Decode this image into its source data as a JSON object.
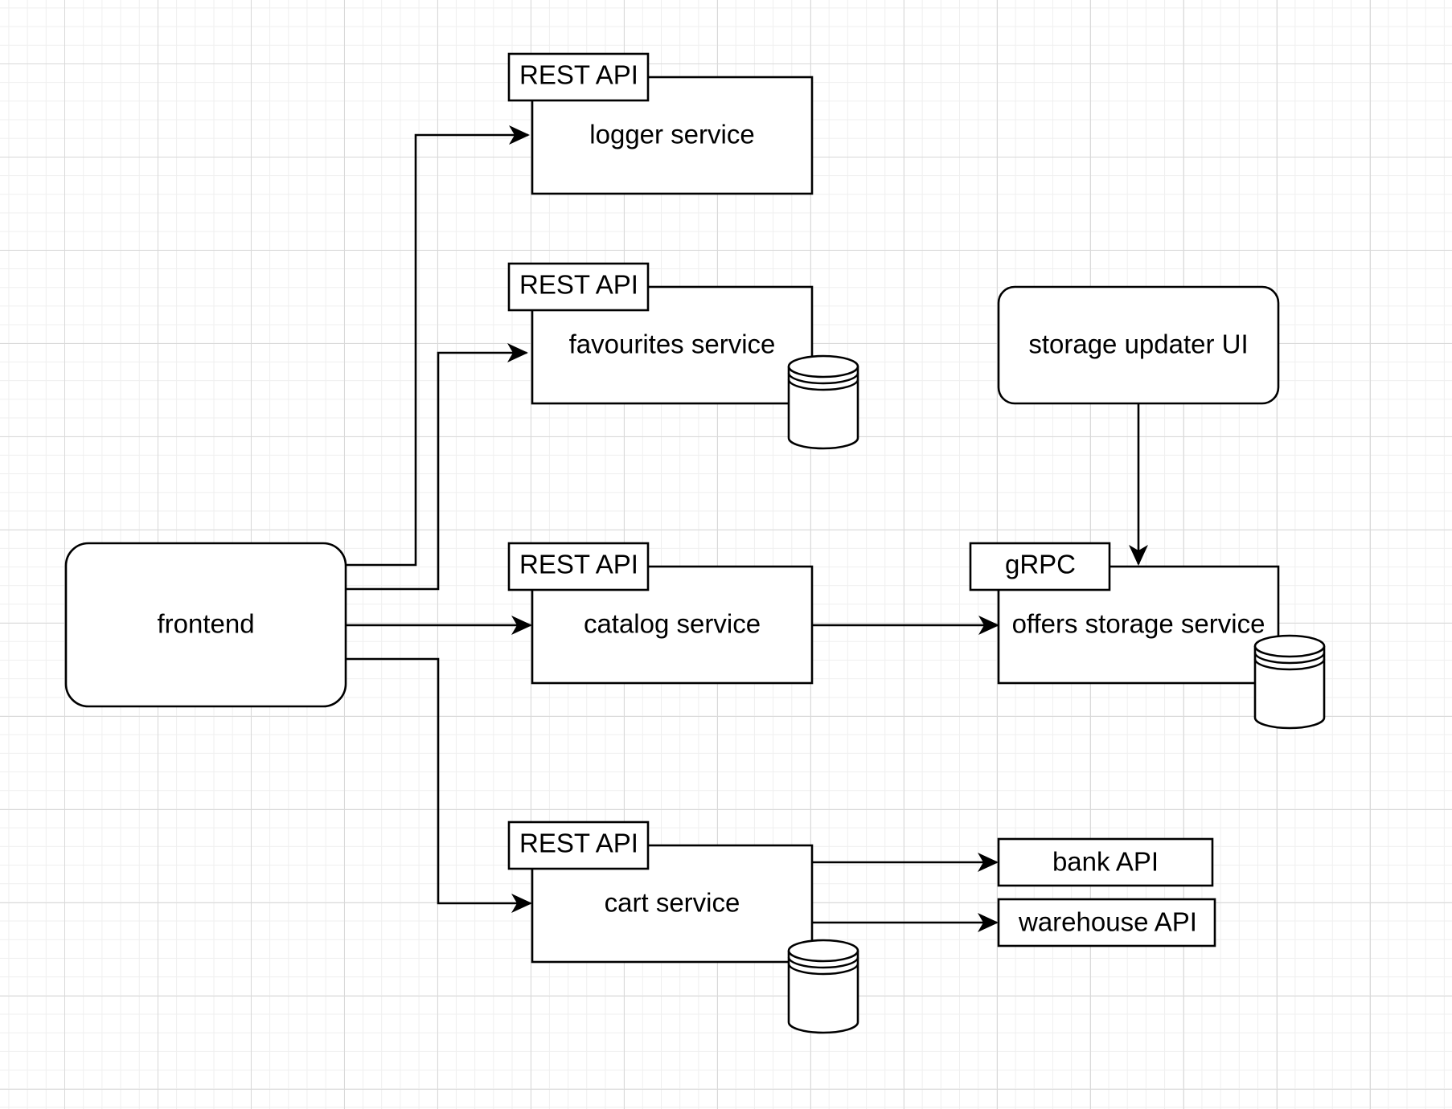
{
  "colors": {
    "stroke": "#000000",
    "fill": "#ffffff",
    "grid": "#d9d9d9"
  },
  "nodes": {
    "frontend": {
      "label": "frontend",
      "shape": "rounded-rect"
    },
    "logger": {
      "label": "logger service",
      "tab": "REST API",
      "shape": "tabbed-rect"
    },
    "favourites": {
      "label": "favourites service",
      "tab": "REST API",
      "shape": "tabbed-rect",
      "has_database": true
    },
    "catalog": {
      "label": "catalog service",
      "tab": "REST API",
      "shape": "tabbed-rect"
    },
    "cart": {
      "label": "cart service",
      "tab": "REST API",
      "shape": "tabbed-rect",
      "has_database": true
    },
    "storage_updater": {
      "label": "storage updater UI",
      "shape": "rounded-rect"
    },
    "offers_storage": {
      "label": "offers storage service",
      "tab": "gRPC",
      "shape": "tabbed-rect",
      "has_database": true
    },
    "bank": {
      "label": "bank API",
      "shape": "rect"
    },
    "warehouse": {
      "label": "warehouse API",
      "shape": "rect"
    }
  },
  "edges": [
    {
      "from": "frontend",
      "to": "logger"
    },
    {
      "from": "frontend",
      "to": "favourites"
    },
    {
      "from": "frontend",
      "to": "catalog"
    },
    {
      "from": "frontend",
      "to": "cart"
    },
    {
      "from": "catalog",
      "to": "offers_storage"
    },
    {
      "from": "storage_updater",
      "to": "offers_storage"
    },
    {
      "from": "cart",
      "to": "bank"
    },
    {
      "from": "cart",
      "to": "warehouse"
    }
  ]
}
